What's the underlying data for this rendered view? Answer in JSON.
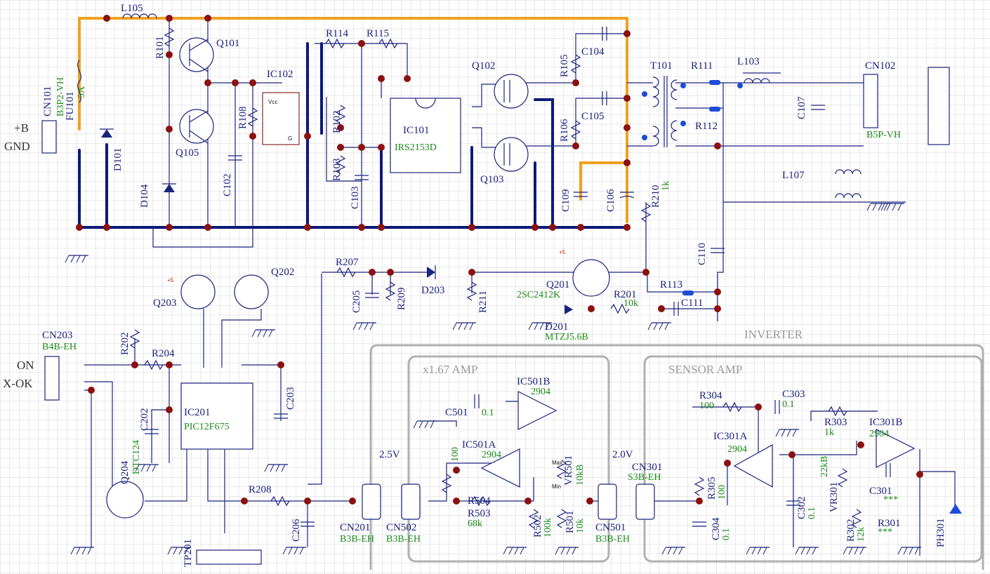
{
  "power_labels": {
    "plus_b": "+B",
    "gnd": "GND",
    "on": "ON",
    "x_ok": "X-OK"
  },
  "blocks": {
    "inverter": "INVERTER",
    "amp": "x1.67 AMP",
    "sensor": "SENSOR AMP"
  },
  "nodes": {
    "v1": "2.5V",
    "v2": "2.0V"
  },
  "references": [
    {
      "id": "l105",
      "text": "L105"
    },
    {
      "id": "r101",
      "text": "R101"
    },
    {
      "id": "q101",
      "text": "Q101"
    },
    {
      "id": "r114",
      "text": "R114"
    },
    {
      "id": "r115",
      "text": "R115"
    },
    {
      "id": "q102",
      "text": "Q102"
    },
    {
      "id": "r105",
      "text": "R105"
    },
    {
      "id": "c104",
      "text": "C104"
    },
    {
      "id": "t101",
      "text": "T101"
    },
    {
      "id": "r111",
      "text": "R111"
    },
    {
      "id": "l103",
      "text": "L103"
    },
    {
      "id": "cn102",
      "text": "CN102"
    },
    {
      "id": "cn101",
      "text": "CN101"
    },
    {
      "id": "fu101",
      "text": "FU101"
    },
    {
      "id": "ic102",
      "text": "IC102"
    },
    {
      "id": "r108",
      "text": "R108"
    },
    {
      "id": "r102",
      "text": "R102"
    },
    {
      "id": "ic101",
      "text": "IC101"
    },
    {
      "id": "r106",
      "text": "R106"
    },
    {
      "id": "c105",
      "text": "C105"
    },
    {
      "id": "r112",
      "text": "R112"
    },
    {
      "id": "c107",
      "text": "C107"
    },
    {
      "id": "d101",
      "text": "D101"
    },
    {
      "id": "q105",
      "text": "Q105"
    },
    {
      "id": "r103",
      "text": "R103"
    },
    {
      "id": "q103",
      "text": "Q103"
    },
    {
      "id": "l107",
      "text": "L107"
    },
    {
      "id": "d104",
      "text": "D104"
    },
    {
      "id": "c102",
      "text": "C102"
    },
    {
      "id": "c103",
      "text": "C103"
    },
    {
      "id": "c109",
      "text": "C109"
    },
    {
      "id": "c106",
      "text": "C106"
    },
    {
      "id": "r210",
      "text": "R210"
    },
    {
      "id": "c110",
      "text": "C110"
    },
    {
      "id": "r207",
      "text": "R207"
    },
    {
      "id": "q202",
      "text": "Q202"
    },
    {
      "id": "q203",
      "text": "Q203"
    },
    {
      "id": "c205",
      "text": "C205"
    },
    {
      "id": "r209",
      "text": "R209"
    },
    {
      "id": "d203",
      "text": "D203"
    },
    {
      "id": "r211",
      "text": "R211"
    },
    {
      "id": "q201",
      "text": "Q201"
    },
    {
      "id": "r201",
      "text": "R201"
    },
    {
      "id": "r113",
      "text": "R113"
    },
    {
      "id": "c111",
      "text": "C111"
    },
    {
      "id": "d201",
      "text": "D201"
    },
    {
      "id": "cn203",
      "text": "CN203"
    },
    {
      "id": "r202",
      "text": "R202"
    },
    {
      "id": "r204",
      "text": "R204"
    },
    {
      "id": "ic201",
      "text": "IC201"
    },
    {
      "id": "c202",
      "text": "C202"
    },
    {
      "id": "c203",
      "text": "C203"
    },
    {
      "id": "q204",
      "text": "Q204"
    },
    {
      "id": "r208",
      "text": "R208"
    },
    {
      "id": "c206",
      "text": "C206"
    },
    {
      "id": "tp201",
      "text": "TP201"
    },
    {
      "id": "cn201",
      "text": "CN201"
    },
    {
      "id": "cn502",
      "text": "CN502"
    },
    {
      "id": "ic501b",
      "text": "IC501B"
    },
    {
      "id": "c501",
      "text": "C501"
    },
    {
      "id": "ic501a",
      "text": "IC501A"
    },
    {
      "id": "r504",
      "text": "R504"
    },
    {
      "id": "r503",
      "text": "R503"
    },
    {
      "id": "r502",
      "text": "R502"
    },
    {
      "id": "vr501",
      "text": "VR501"
    },
    {
      "id": "r501",
      "text": "R501"
    },
    {
      "id": "cn501",
      "text": "CN501"
    },
    {
      "id": "cn301",
      "text": "CN301"
    },
    {
      "id": "r304",
      "text": "R304"
    },
    {
      "id": "c303",
      "text": "C303"
    },
    {
      "id": "ic301a",
      "text": "IC301A"
    },
    {
      "id": "r303",
      "text": "R303"
    },
    {
      "id": "ic301b",
      "text": "IC301B"
    },
    {
      "id": "r305",
      "text": "R305"
    },
    {
      "id": "c304",
      "text": "C304"
    },
    {
      "id": "c302",
      "text": "C302"
    },
    {
      "id": "vr301",
      "text": "VR301"
    },
    {
      "id": "r302",
      "text": "R302"
    },
    {
      "id": "c301",
      "text": "C301"
    },
    {
      "id": "r301",
      "text": "R301"
    },
    {
      "id": "ph301",
      "text": "PH301"
    }
  ],
  "values": [
    {
      "id": "cn101_val",
      "text": "B3P2-VH"
    },
    {
      "id": "fu101_val",
      "text": "5A"
    },
    {
      "id": "ic101_val",
      "text": "IRS2153D"
    },
    {
      "id": "cn102_val",
      "text": "B5P-VH"
    },
    {
      "id": "r210_val",
      "text": "1k"
    },
    {
      "id": "q201_val",
      "text": "2SC2412K"
    },
    {
      "id": "r201_val",
      "text": "10k"
    },
    {
      "id": "d201_val",
      "text": "MTZJ5.6B"
    },
    {
      "id": "cn203_val",
      "text": "B4B-EH"
    },
    {
      "id": "ic201_val",
      "text": "PIC12F675"
    },
    {
      "id": "q204_val",
      "text": "DTC124"
    },
    {
      "id": "cn201_val",
      "text": "B3B-EH"
    },
    {
      "id": "cn502_val",
      "text": "B3B-EH"
    },
    {
      "id": "ic501b_val",
      "text": "2904"
    },
    {
      "id": "c501_val",
      "text": "0.1"
    },
    {
      "id": "ic501a_val",
      "text": "2904"
    },
    {
      "id": "r504_val",
      "text": "100"
    },
    {
      "id": "r503_val",
      "text": "68k"
    },
    {
      "id": "r502_val",
      "text": "100k"
    },
    {
      "id": "vr501_val",
      "text": "10kB"
    },
    {
      "id": "r501_val",
      "text": "10k"
    },
    {
      "id": "cn501_val",
      "text": "B3B-EH"
    },
    {
      "id": "cn301_val",
      "text": "S3B-EH"
    },
    {
      "id": "r304_val",
      "text": "100"
    },
    {
      "id": "c303_val",
      "text": "0.1"
    },
    {
      "id": "ic301a_val",
      "text": "2904"
    },
    {
      "id": "r303_val",
      "text": "1k"
    },
    {
      "id": "ic301b_val",
      "text": "2904"
    },
    {
      "id": "r305_val",
      "text": "100"
    },
    {
      "id": "c304_val",
      "text": "0.1"
    },
    {
      "id": "c302_val",
      "text": "0.1"
    },
    {
      "id": "vr301_val",
      "text": "22kB"
    },
    {
      "id": "r302_val",
      "text": "12k"
    },
    {
      "id": "c301_val",
      "text": "***"
    },
    {
      "id": "r301_val",
      "text": "***"
    }
  ],
  "small_texts": {
    "vcc": "Vcc",
    "g": "G",
    "max": "Max",
    "min": "Min",
    "plus5": "+5"
  }
}
